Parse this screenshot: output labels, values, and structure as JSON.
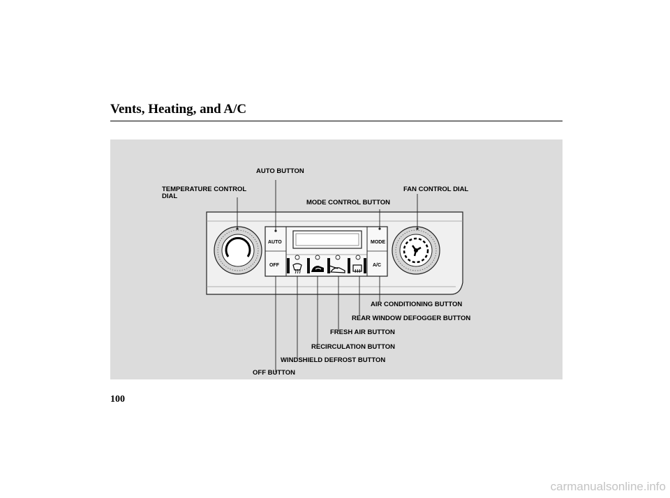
{
  "header": {
    "title": "Vents, Heating, and A/C"
  },
  "diagram": {
    "panel_labels": {
      "auto": "AUTO",
      "off": "OFF",
      "mode": "MODE",
      "ac": "A/C"
    },
    "callouts": {
      "auto_button": "AUTO BUTTON",
      "temperature_control_dial": "TEMPERATURE CONTROL\nDIAL",
      "fan_control_dial": "FAN CONTROL DIAL",
      "mode_control_button": "MODE CONTROL BUTTON",
      "air_conditioning_button": "AIR CONDITIONING BUTTON",
      "rear_window_defogger_button": "REAR WINDOW DEFOGGER BUTTON",
      "fresh_air_button": "FRESH AIR BUTTON",
      "recirculation_button": "RECIRCULATION BUTTON",
      "windshield_defrost_button": "WINDSHIELD DEFROST BUTTON",
      "off_button": "OFF BUTTON"
    }
  },
  "footer": {
    "page_number": "100",
    "watermark": "carmanualsonline.info"
  }
}
